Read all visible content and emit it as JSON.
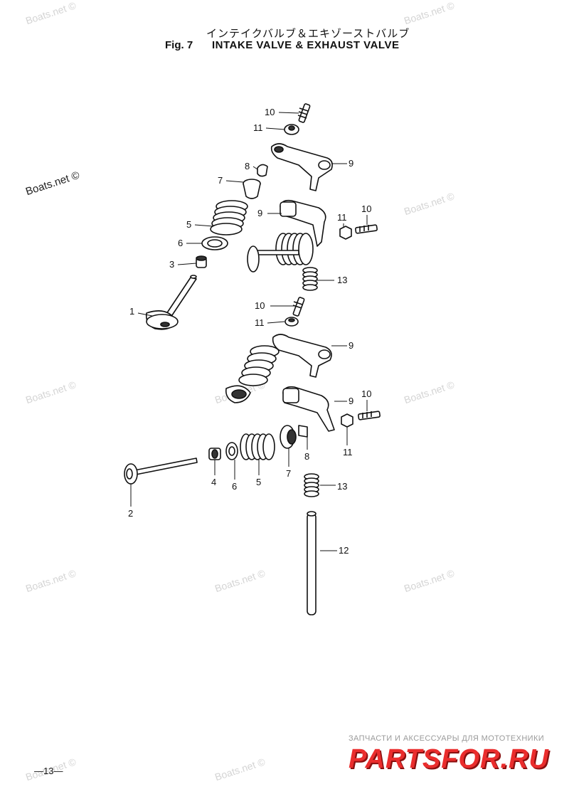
{
  "header": {
    "title_jp": "インテイクバルブ＆エキゾーストバルブ",
    "fig_label": "Fig. 7",
    "title_en": "INTAKE VALVE & EXHAUST VALVE"
  },
  "watermark": "Boats.net ©",
  "watermark_dark": "Boats.net ©",
  "callouts": {
    "c1": "1",
    "c2": "2",
    "c3": "3",
    "c4": "4",
    "c5a": "5",
    "c5b": "5",
    "c6a": "6",
    "c6b": "6",
    "c7a": "7",
    "c7b": "7",
    "c8a": "8",
    "c8b": "8",
    "c9a": "9",
    "c9b": "9",
    "c9c": "9",
    "c9d": "9",
    "c10a": "10",
    "c10b": "10",
    "c10c": "10",
    "c10d": "10",
    "c11a": "11",
    "c11b": "11",
    "c11c": "11",
    "c11d": "11",
    "c12": "12",
    "c13a": "13",
    "c13b": "13"
  },
  "footer": {
    "page_number": "—13—",
    "brand_tagline": "ЗАПЧАСТИ И АКСЕССУАРЫ ДЛЯ МОТОТЕХНИКИ",
    "brand_name": "PARTSFOR.RU"
  },
  "colors": {
    "ink": "#111111",
    "watermark": "#d4d4d4",
    "brand": "#ea2d2d"
  }
}
